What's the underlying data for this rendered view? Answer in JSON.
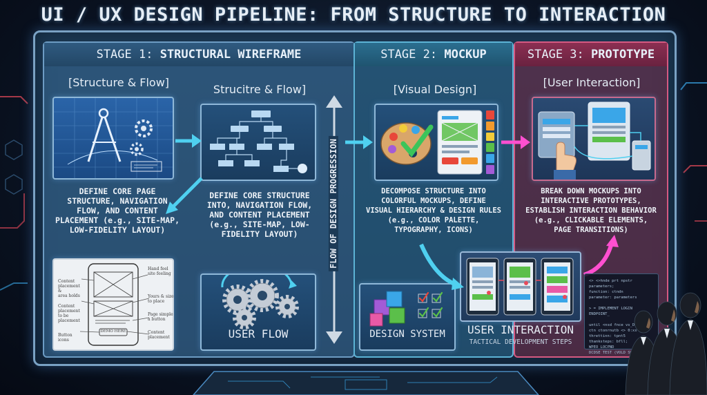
{
  "title": "UI / UX DESIGN PIPELINE: FROM STRUCTURE TO INTERACTION",
  "stages": [
    {
      "prefix": "STAGE 1: ",
      "name": "STRUCTURAL WIREFRAME"
    },
    {
      "prefix": "STAGE 2: ",
      "name": "MOCKUP"
    },
    {
      "prefix": "STAGE 3: ",
      "name": "PROTOTYPE"
    }
  ],
  "section_labels": {
    "structure_flow_1": "[Structure & Flow]",
    "structure_flow_2": "Strucitre & Flow]",
    "visual_design": "[Visual Design]",
    "user_interaction": "[User Interaction]"
  },
  "descriptions": {
    "stage1_left": [
      "DEFINE CORE PAGE",
      "STRUCTURE, NAVIGATION",
      "FLOW, AND CONTENT",
      "PLACEMENT (e.g., SITE-MAP,",
      "LOW-FIDELITY LAYOUT)"
    ],
    "stage1_right": [
      "DEFINE CORE STRUCTURE",
      "INTO, NAVIGATION FLOW,",
      "AND CONTENT PLACEMENT",
      "(e.g., SITE-MAP, LOW-",
      "FIDELITY LAYOUT)"
    ],
    "stage2": [
      "DECOMPOSE STRUCTURE INTO",
      "COLORFUL MOCKUPS, DEFINE",
      "VISUAL HIERARCHY & DESIGN RULES",
      "(e.g., COLOR PALETTE,",
      "TYPOGRAPHY, ICONS)"
    ],
    "stage3": [
      "BREAK DOWN MOCKUPS INTO",
      "INTERACTIVE PROTOTYPES,",
      "ESTABLISH INTERACTION BEHAVIOR",
      "(e.g., CLICKABLE ELEMENTS,",
      "PAGE TRANSITIONS)"
    ]
  },
  "vertical_label": "FLOW OF DESIGN PROGRESSION",
  "bottom_labels": {
    "user_flow": "USER FLOW",
    "design_system": "DESIGN SYSTEM",
    "user_interaction": "USER INTERACTION",
    "tactical": "TACTICAL DEVELOPMENT STEPS"
  },
  "sketch_notes": {
    "left": [
      "Content",
      "placement &",
      "area holds",
      "Content",
      "placement",
      "to be",
      "placement",
      "Button",
      "icons"
    ],
    "right": [
      "Hand feel",
      "site feeling",
      "Yours & size",
      "to place",
      "Page simple",
      "a button",
      "Content",
      "placement"
    ],
    "button": "DEMO HERE"
  },
  "code_lines": [
    "<> <>hnde prt npstr parameters;",
    "   function: ctndn",
    "   parameter: parameters",
    "",
    "> = IMPLEMENT LOGIN ENDPOINT_",
    "",
    "until <nsd fnce vs_DIRE:",
    "   ctn ctonrnutb <> 0:xs",
    "      threttinn: tpnt5",
    "      thanksteps: bfll;",
    "      WPEO LOCPND",
    "      DCDSE TEST (VOLD SWTN)"
  ],
  "colors": {
    "stage1_border": "#6d9cc4",
    "stage2_border": "#5db4d6",
    "stage3_border": "#d65a82",
    "arrow_cyan": "#4fd0f0",
    "arrow_magenta": "#ff4fd0",
    "palette_swatches": [
      "#e8473a",
      "#f29a2e",
      "#f2cc3a",
      "#5bbf4a",
      "#3aa6e8",
      "#a35bd6"
    ]
  }
}
